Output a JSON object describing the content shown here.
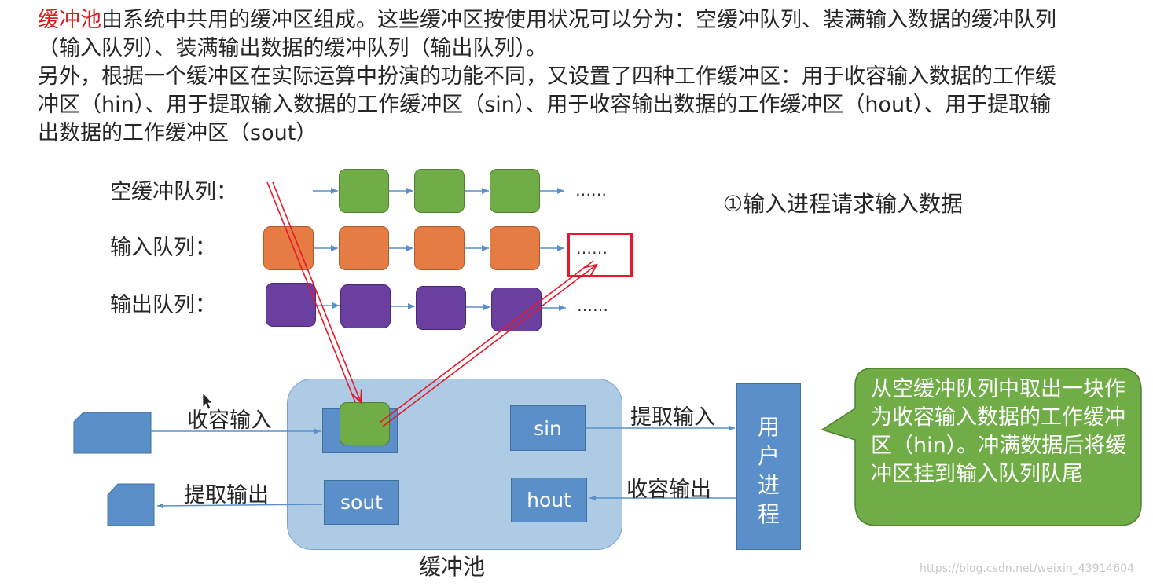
{
  "intro": {
    "p1_highlight": "缓冲池",
    "p1_rest": "由系统中共用的缓冲区组成。这些缓冲区按使用状况可以分为：空缓冲队列、装满输入数据的缓冲队列（输入队列）、装满输出数据的缓冲队列（输出队列）。",
    "p2": "另外，根据一个缓冲区在实际运算中扮演的功能不同，又设置了四种工作缓冲区：用于收容输入数据的工作缓冲区（hin）、用于提取输入数据的工作缓冲区（sin）、用于收容输出数据的工作缓冲区（hout）、用于提取输出数据的工作缓冲区（sout）"
  },
  "queues": {
    "empty_label": "空缓冲队列：",
    "input_label": "输入队列：",
    "output_label": "输出队列：",
    "ellipsis": "……"
  },
  "step_label": "①输入进程请求输入数据",
  "pool": {
    "label": "缓冲池",
    "sin": "sin",
    "sout": "sout",
    "hout": "hout"
  },
  "flows": {
    "collect_input": "收容输入",
    "extract_output": "提取输出",
    "extract_input": "提取输入",
    "collect_output": "收容输出"
  },
  "process": {
    "chars": [
      "用",
      "户",
      "进",
      "程"
    ]
  },
  "callout": {
    "text": "从空缓冲队列中取出一块作为收容输入数据的工作缓冲区（hin）。冲满数据后将缓冲区挂到输入队列队尾"
  },
  "watermark": "https://blog.csdn.net/weixin_43914604",
  "colors": {
    "empty_buffer": "#70ad47",
    "input_buffer": "#e57c43",
    "output_buffer": "#6a3fa0",
    "pool": "#aecbe6",
    "work_buffer": "#5b8fc9",
    "highlight": "#e8182a",
    "callout": "#70ad47"
  }
}
